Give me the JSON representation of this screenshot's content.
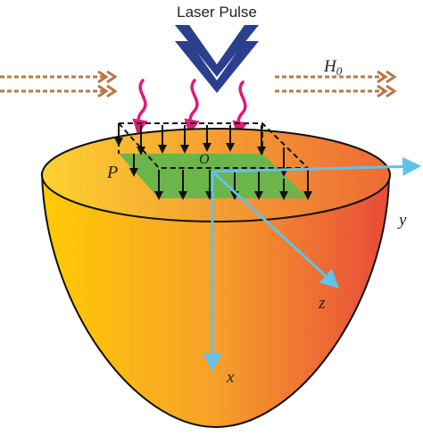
{
  "labels": {
    "laser_pulse": "Laser Pulse",
    "field": "H",
    "field_sub": "0",
    "point": "P",
    "origin": "O",
    "axis_x": "x",
    "axis_y": "y",
    "axis_z": "z"
  },
  "colors": {
    "bowl_left": "#ffcb05",
    "bowl_mid": "#f7a02a",
    "bowl_right": "#e84a3a",
    "rim_left": "#fcd230",
    "rim_right": "#ed6a35",
    "outline": "#111111",
    "laser_chevron": "#2b3f8f",
    "heat_rays": "#e2187b",
    "field_arrows": "#b57a4a",
    "heated_plane": "#6cb54a",
    "axes": "#62c2e8",
    "text": "#222222"
  }
}
